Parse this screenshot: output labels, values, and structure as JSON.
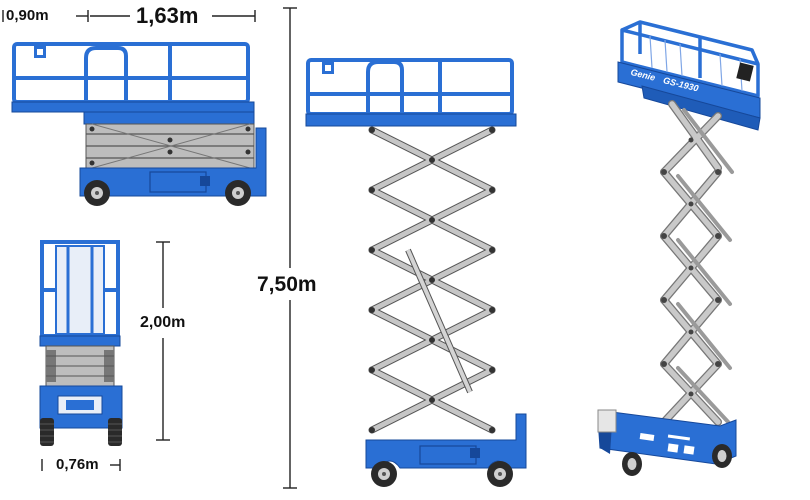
{
  "dimensions": {
    "platform_extension": "0,90m",
    "platform_length": "1,63m",
    "max_height": "7,50m",
    "stowed_height": "2,00m",
    "width": "0,76m"
  },
  "machine": {
    "brand": "Genie",
    "model": "GS-1930"
  },
  "colors": {
    "body_blue": "#2a6fd4",
    "body_dark": "#16489a",
    "scissor_gray": "#b9b9b9",
    "scissor_outline": "#555555",
    "tire": "#2a2a2a",
    "line": "#222222"
  }
}
